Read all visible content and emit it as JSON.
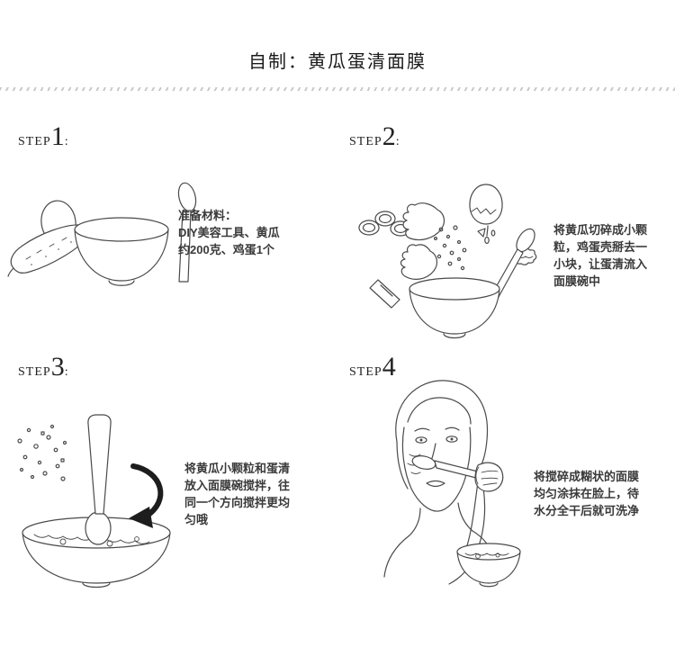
{
  "page": {
    "title": "自制：黄瓜蛋清面膜"
  },
  "colors": {
    "line_art": "#4a4a4a",
    "arrow": "#1d1d1d",
    "divider": "#c9c9c9",
    "text": "#3a3a3a"
  },
  "steps": [
    {
      "label_prefix": "STEP",
      "number": "1",
      "colon": ":",
      "text": "准备材料：\nDIY美容工具、黄瓜\n约200克、鸡蛋1个"
    },
    {
      "label_prefix": "STEP",
      "number": "2",
      "colon": ":",
      "text": "将黄瓜切碎成小颗\n粒，鸡蛋壳掰去一\n小块，让蛋清流入\n面膜碗中"
    },
    {
      "label_prefix": "STEP",
      "number": "3",
      "colon": ":",
      "text": "将黄瓜小颗粒和蛋清\n放入面膜碗搅拌，往\n同一个方向搅拌更均\n匀哦"
    },
    {
      "label_prefix": "STEP",
      "number": "4",
      "colon": "",
      "text": "将搅碎成糊状的面膜\n均匀涂抹在脸上，待\n水分全干后就可洗净"
    }
  ]
}
